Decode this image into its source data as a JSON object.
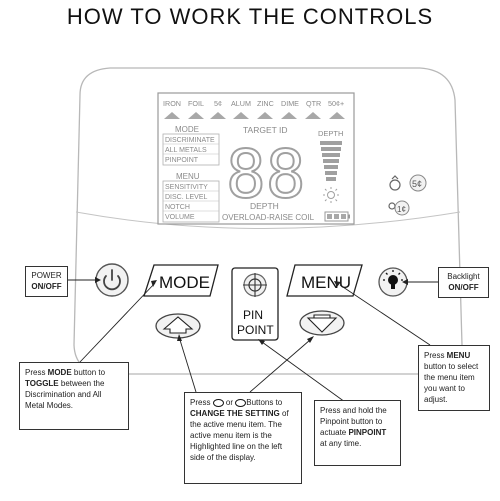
{
  "title": "HOW TO WORK THE CONTROLS",
  "lcd": {
    "target_labels": [
      "IRON",
      "FOIL",
      "5¢",
      "ALUM",
      "ZINC",
      "DIME",
      "QTR",
      "50¢+"
    ],
    "mode_header": "MODE",
    "mode_items": [
      "DISCRIMINATE",
      "ALL METALS",
      "PINPOINT"
    ],
    "menu_header": "MENU",
    "menu_items": [
      "SENSITIVITY",
      "DISC. LEVEL",
      "NOTCH",
      "VOLUME"
    ],
    "target_id": "TARGET ID",
    "digits": "88",
    "depth_label": "DEPTH",
    "depth_bottom": "DEPTH",
    "overload": "OVERLOAD-RAISE COIL"
  },
  "buttons": {
    "mode": "MODE",
    "menu": "MENU",
    "pinpoint_line1": "PIN",
    "pinpoint_line2": "POINT"
  },
  "side_icons": {
    "coin1": "5¢",
    "coin2": "1¢"
  },
  "callouts": {
    "power": {
      "line1": "POWER",
      "line2": "ON/OFF"
    },
    "backlight": {
      "line1": "Backlight",
      "line2": "ON/OFF"
    },
    "mode": {
      "t1": "Press ",
      "b1": "MODE",
      "t2": " button to ",
      "b2": "TOGGLE",
      "t3": " between the Discrimination and All Metal Modes."
    },
    "arrows": {
      "t1": "Press ",
      "t2": " or ",
      "t3": "Buttons to ",
      "b1": "CHANGE THE SETTING",
      "t4": " of the active menu item. The active menu item is the Highlighted line on the left side of the display."
    },
    "pinpoint": {
      "t1": "Press and hold the Pinpoint button to actuate ",
      "b1": "PINPOINT",
      "t2": " at any time."
    },
    "menu": {
      "t1": "Press ",
      "b1": "MENU",
      "t2": " button to select the menu item you want to adjust."
    }
  },
  "icons": [
    "power-icon",
    "crosshair-icon",
    "up-arrow-icon",
    "down-arrow-icon",
    "lightbulb-icon",
    "battery-icon",
    "ring-icon",
    "key-icon"
  ]
}
